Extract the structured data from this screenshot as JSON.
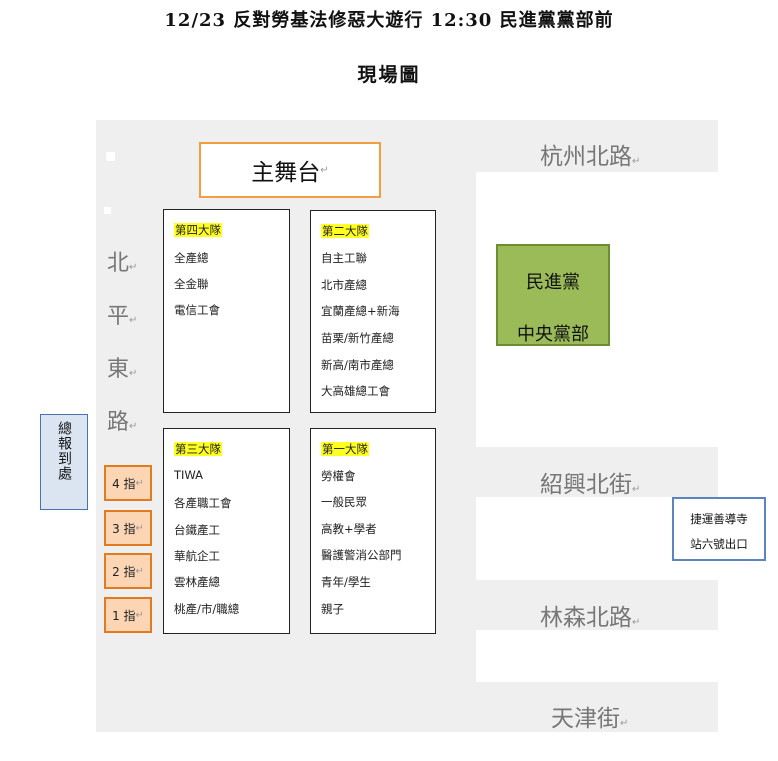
{
  "title": "12/23 反對勞基法修惡大遊行 12:30 民進黨黨部前",
  "subtitle": "現場圖",
  "stage": "主舞台",
  "road_mark": "↵",
  "left_road": [
    "北",
    "平",
    "東",
    "路"
  ],
  "roads": [
    "杭州北路",
    "紹興北街",
    "林森北路",
    "天津街"
  ],
  "dpp": [
    "民進黨",
    "中央黨部"
  ],
  "hq_label": "總報到處",
  "commanders": [
    "4 指",
    "3 指",
    "2 指",
    "1 指"
  ],
  "mrt": [
    "捷運善導寺",
    "站六號出口"
  ],
  "teams": [
    {
      "name": "第四大隊",
      "members": [
        "全產總",
        "全金聯",
        "電信工會"
      ]
    },
    {
      "name": "第二大隊",
      "members": [
        "自主工聯",
        "北市產總",
        "宜蘭產總+新海",
        "苗栗/新竹產總",
        "新高/南市產總",
        "大高雄總工會"
      ]
    },
    {
      "name": "第三大隊",
      "members": [
        "TIWA",
        "各產職工會",
        "台鐵產工",
        "華航企工",
        "雲林產總",
        "桃產/市/職總"
      ]
    },
    {
      "name": "第一大隊",
      "members": [
        "勞權會",
        "一般民眾",
        "高教+學者",
        "醫護警消公部門",
        "青年/學生",
        "親子"
      ]
    }
  ]
}
